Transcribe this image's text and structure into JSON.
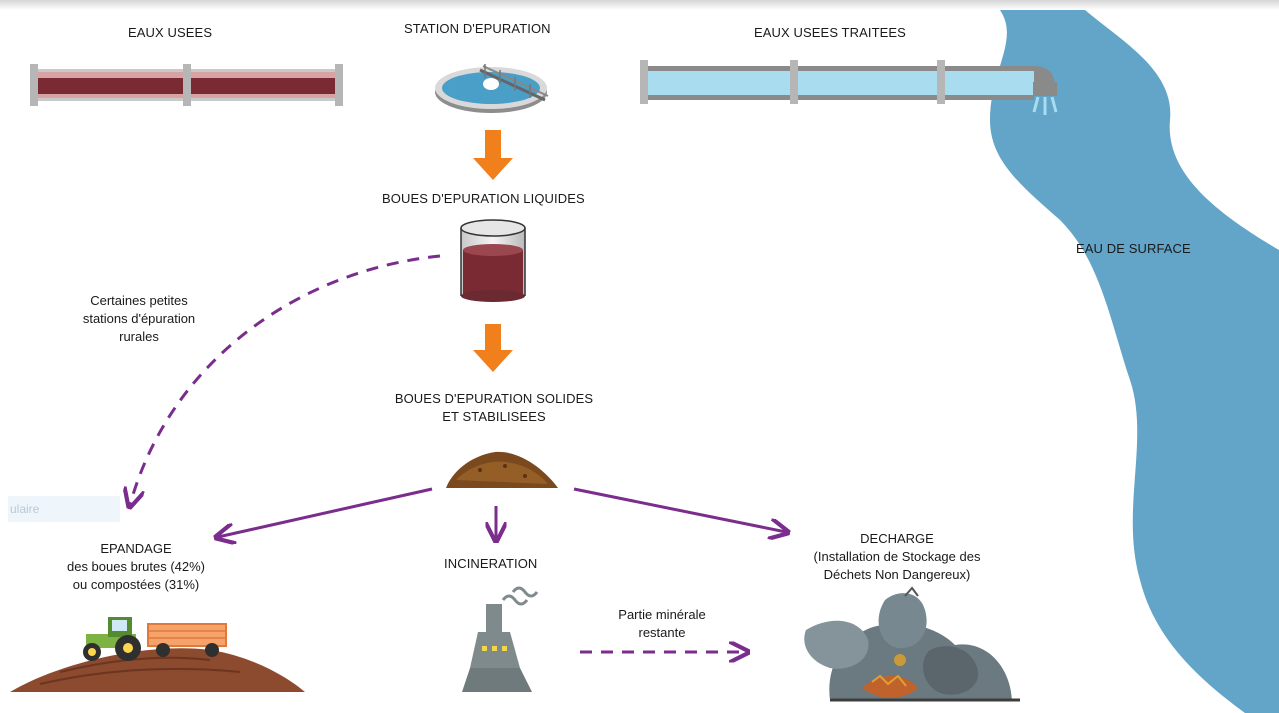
{
  "labels": {
    "eaux_usees": "EAUX USEES",
    "station": "STATION D'EPURATION",
    "eaux_traitees": "EAUX USEES TRAITEES",
    "eau_surface": "EAU DE SURFACE",
    "boues_liquides": "BOUES D'EPURATION LIQUIDES",
    "boues_solides_1": "BOUES D'EPURATION SOLIDES",
    "boues_solides_2": "ET STABILISEES",
    "petites_1": "Certaines petites",
    "petites_2": "stations d'épuration",
    "petites_3": "rurales",
    "epandage_1": "EPANDAGE",
    "epandage_2": "des boues brutes (42%)",
    "epandage_3": "ou compostées (31%)",
    "incineration": "INCINERATION",
    "partie_1": "Partie minérale",
    "partie_2": "restante",
    "decharge_1": "DECHARGE",
    "decharge_2": "(Installation de Stockage des",
    "decharge_3": "Déchets Non Dangereux)",
    "ghost": "ulaire"
  },
  "colors": {
    "river": "#62a5c8",
    "arrow_orange": "#f07f1c",
    "arrow_purple": "#7b2d8e",
    "sludge": "#6b2a32",
    "soil": "#8c4a2e",
    "incinerator": "#7f8a8c"
  },
  "icons": [
    "pipe-icon",
    "treatment-basin-icon",
    "sludge-tank-icon",
    "sludge-pile-icon",
    "tractor-icon",
    "incinerator-icon",
    "landfill-waste-icon",
    "river-icon"
  ]
}
